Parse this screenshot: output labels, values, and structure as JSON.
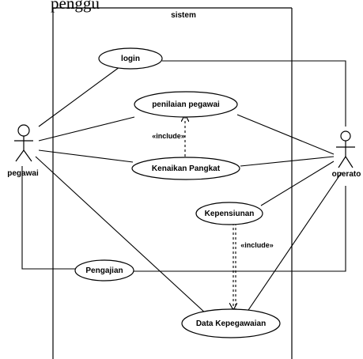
{
  "caption": "penggu",
  "system_boundary": {
    "label": "sistem"
  },
  "actors": [
    {
      "id": "pegawai",
      "label": "pegawai"
    },
    {
      "id": "operator",
      "label": "operato"
    }
  ],
  "use_cases": [
    {
      "id": "login",
      "label": "login"
    },
    {
      "id": "penilaian",
      "label": "penilaian pegawai"
    },
    {
      "id": "kenaikan",
      "label": "Kenaikan Pangkat"
    },
    {
      "id": "kepensiunan",
      "label": "Kepensiunan"
    },
    {
      "id": "pengajian",
      "label": "Pengajian"
    },
    {
      "id": "data",
      "label": "Data Kepegawaian"
    }
  ],
  "relations": [
    {
      "label": "«include»"
    },
    {
      "label": "«include»"
    }
  ]
}
